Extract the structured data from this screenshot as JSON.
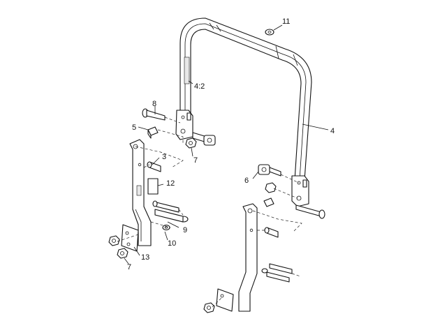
{
  "callouts": {
    "c11": "11",
    "c4_2": "4:2",
    "c4": "4",
    "c8": "8",
    "c5": "5",
    "c3": "3",
    "c7a": "7",
    "c12": "12",
    "c6": "6",
    "c9": "9",
    "c10": "10",
    "c13": "13",
    "c7b": "7"
  }
}
